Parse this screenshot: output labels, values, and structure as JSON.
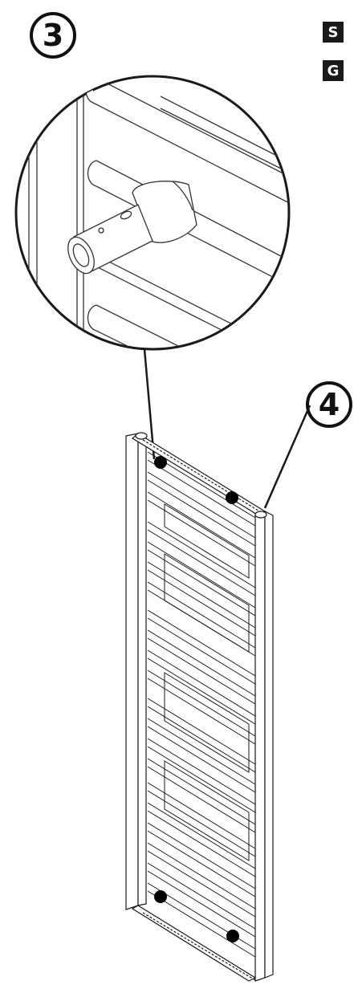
{
  "steps": {
    "detail_step": "3",
    "assembly_step": "4"
  },
  "side_tags": [
    "S",
    "G"
  ],
  "colors": {
    "line": "#1a1a1a",
    "fill": "#ffffff",
    "marker": "#000000"
  }
}
